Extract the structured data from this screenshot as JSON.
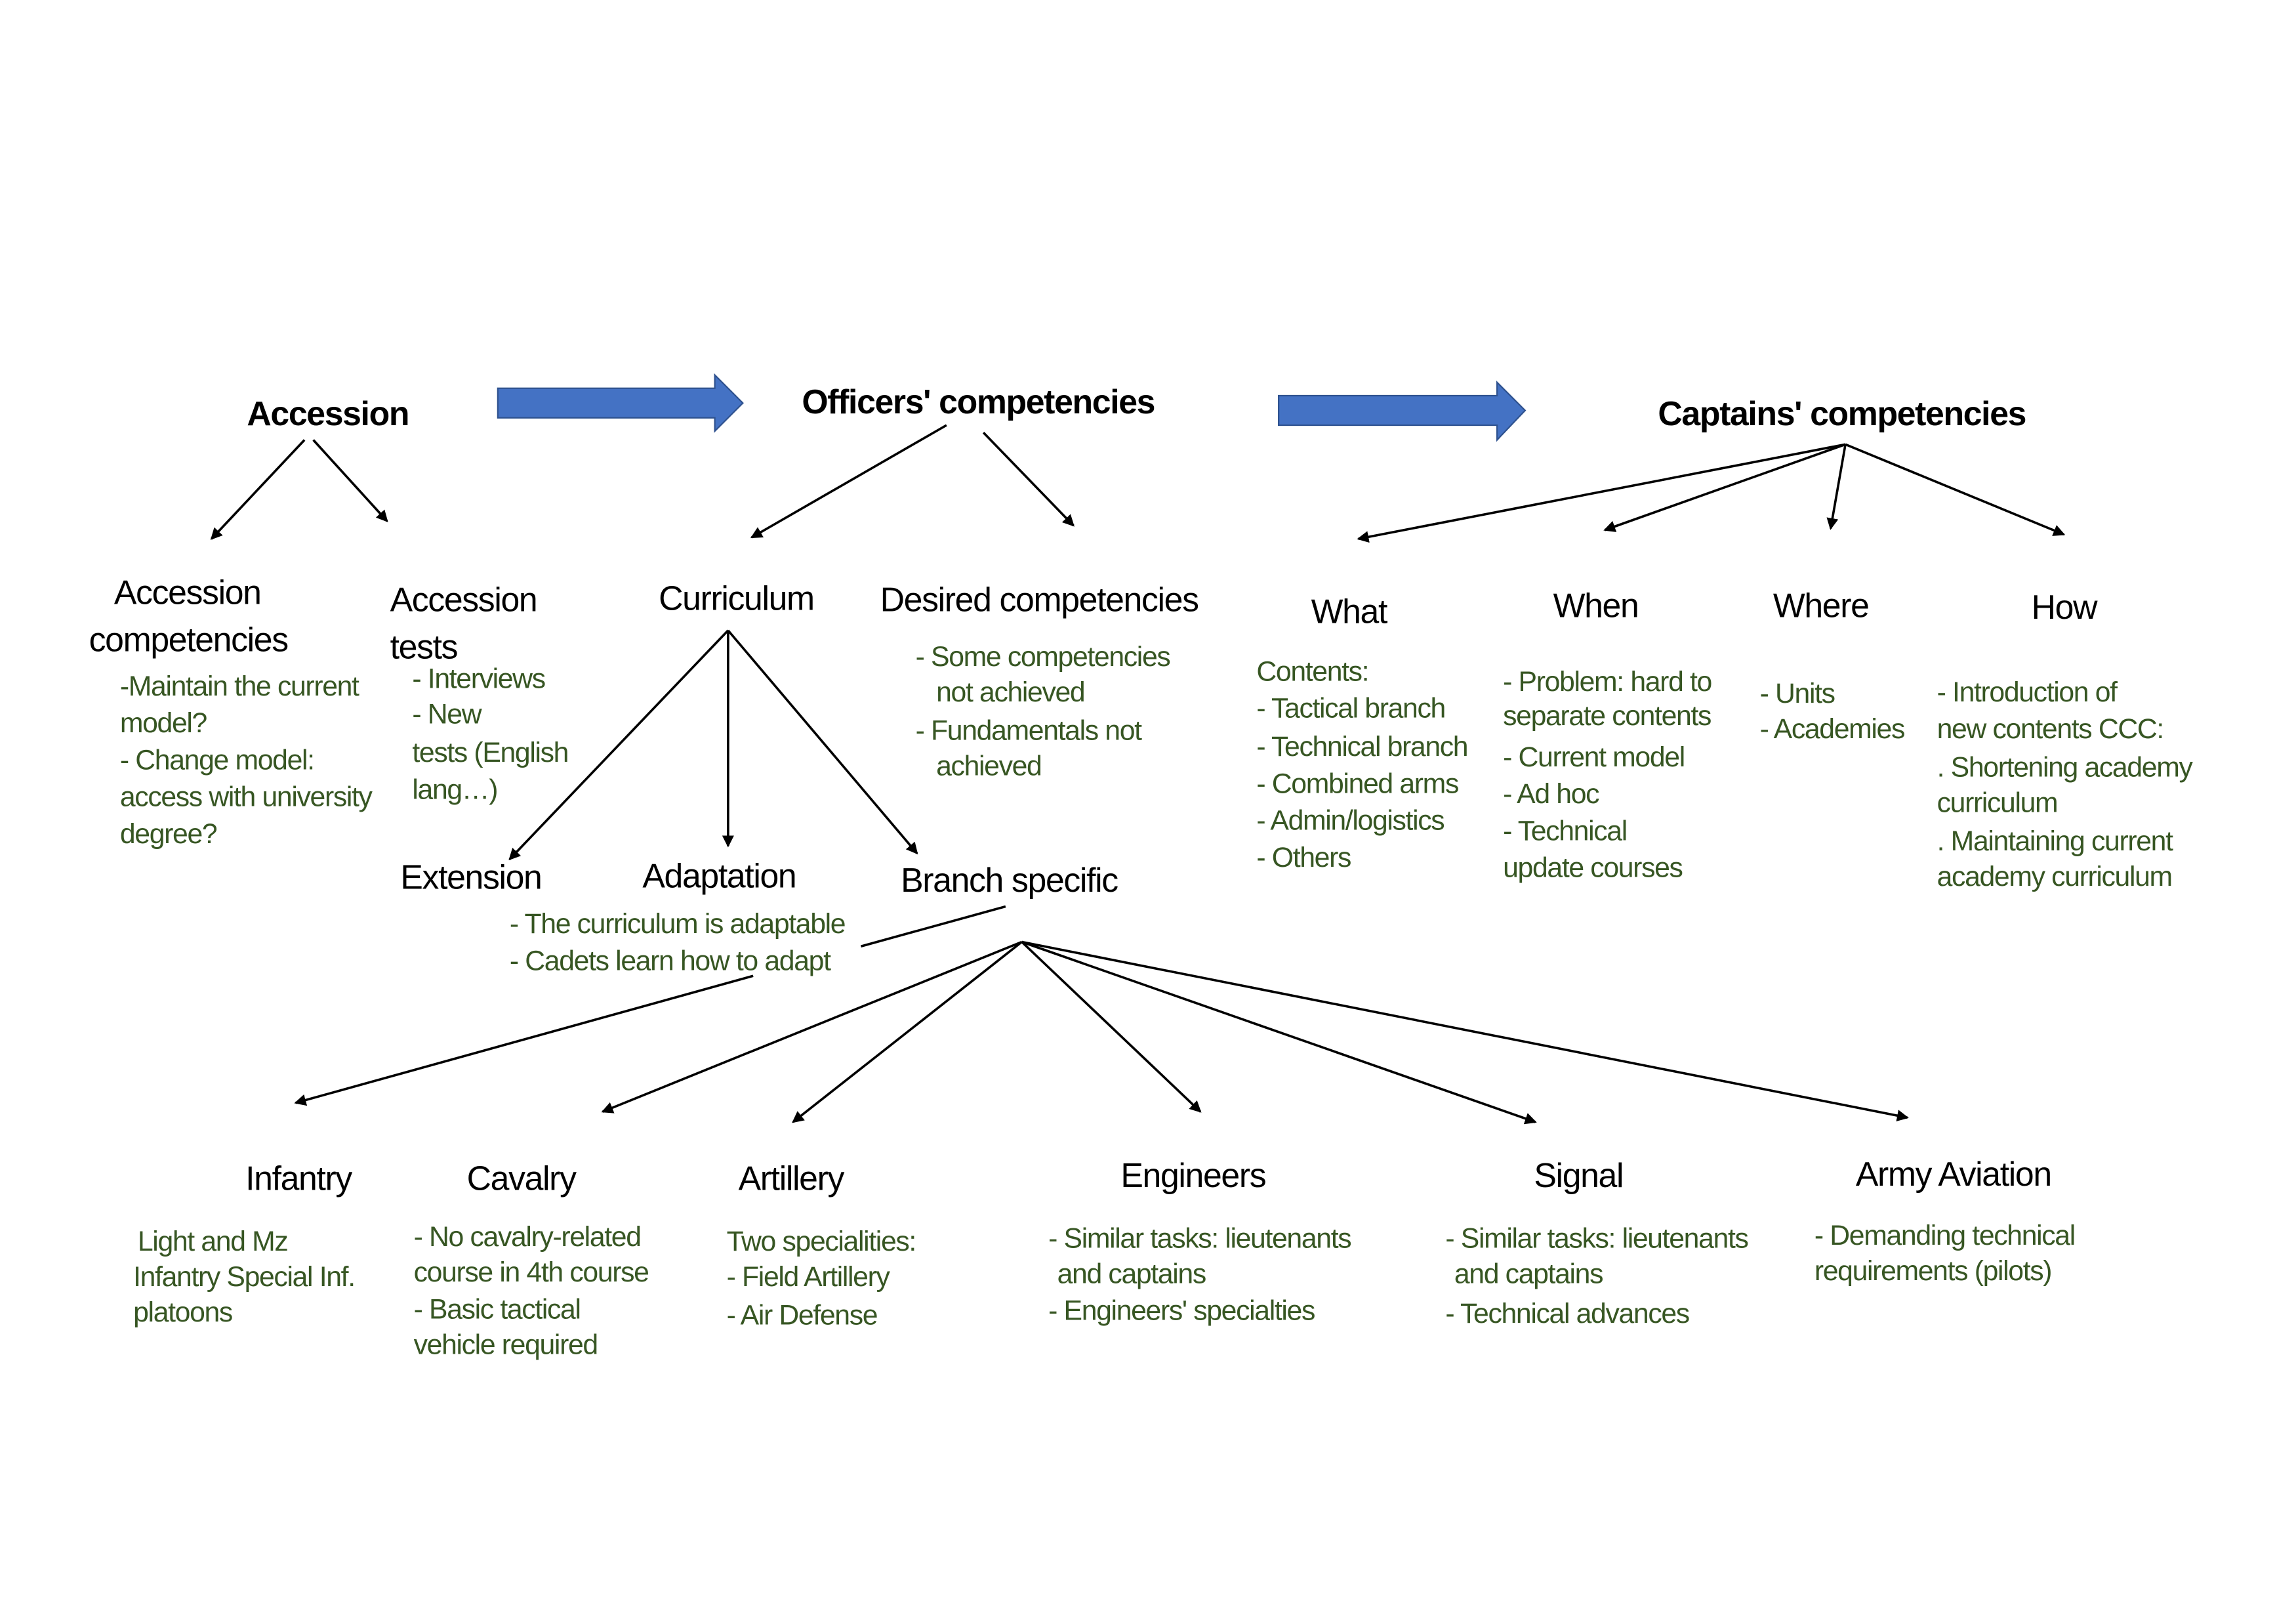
{
  "colors": {
    "arrow_fill": "#4472C4",
    "arrow_stroke": "#2F528F",
    "note_text": "#375623",
    "heading_text": "#000000"
  },
  "top": {
    "accession": "Accession",
    "officers": "Officers' competencies",
    "captains": "Captains' competencies"
  },
  "accession": {
    "competencies": {
      "title": [
        "Accession",
        "competencies"
      ],
      "notes": [
        "-Maintain the current",
        "model?",
        "- Change model:",
        "access with university",
        "degree?"
      ]
    },
    "tests": {
      "title": [
        "Accession",
        "tests"
      ],
      "notes": [
        "- Interviews",
        "- New",
        "tests (English",
        "lang…)"
      ]
    }
  },
  "officers": {
    "curriculum": {
      "title": "Curriculum",
      "extension": "Extension",
      "adaptation": "Adaptation",
      "adaptation_notes": [
        "- The curriculum is adaptable",
        "- Cadets learn how to adapt"
      ],
      "branch_specific": "Branch specific"
    },
    "desired": {
      "title": "Desired competencies",
      "notes": [
        "- Some competencies",
        "not achieved",
        "- Fundamentals not",
        "achieved"
      ]
    }
  },
  "captains": {
    "what": {
      "title": "What",
      "notes": [
        "Contents:",
        "- Tactical branch",
        "- Technical  branch",
        "- Combined arms",
        "- Admin/logistics",
        "- Others"
      ]
    },
    "when": {
      "title": "When",
      "notes": [
        "- Problem: hard to",
        "separate contents",
        "- Current model",
        "- Ad hoc",
        "- Technical",
        "update courses"
      ]
    },
    "where": {
      "title": "Where",
      "notes": [
        "- Units",
        "- Academies"
      ]
    },
    "how": {
      "title": "How",
      "notes": [
        "- Introduction of",
        "new contents CCC:",
        ". Shortening academy",
        "curriculum",
        ". Maintaining current",
        "academy curriculum"
      ]
    }
  },
  "branches": [
    {
      "title": "Infantry",
      "notes": [
        "Light and Mz",
        "Infantry Special Inf.",
        "platoons"
      ]
    },
    {
      "title": "Cavalry",
      "notes": [
        "- No cavalry-related",
        "course in 4th course",
        "- Basic tactical",
        "vehicle required"
      ]
    },
    {
      "title": "Artillery",
      "notes": [
        "Two specialities:",
        "- Field Artillery",
        "- Air Defense"
      ]
    },
    {
      "title": "Engineers",
      "notes": [
        "- Similar tasks: lieutenants",
        "and captains",
        "- Engineers' specialties"
      ]
    },
    {
      "title": "Signal",
      "notes": [
        "- Similar tasks: lieutenants",
        "and captains",
        "- Technical advances"
      ]
    },
    {
      "title": "Army Aviation",
      "notes": [
        "- Demanding technical",
        "requirements (pilots)"
      ]
    }
  ]
}
